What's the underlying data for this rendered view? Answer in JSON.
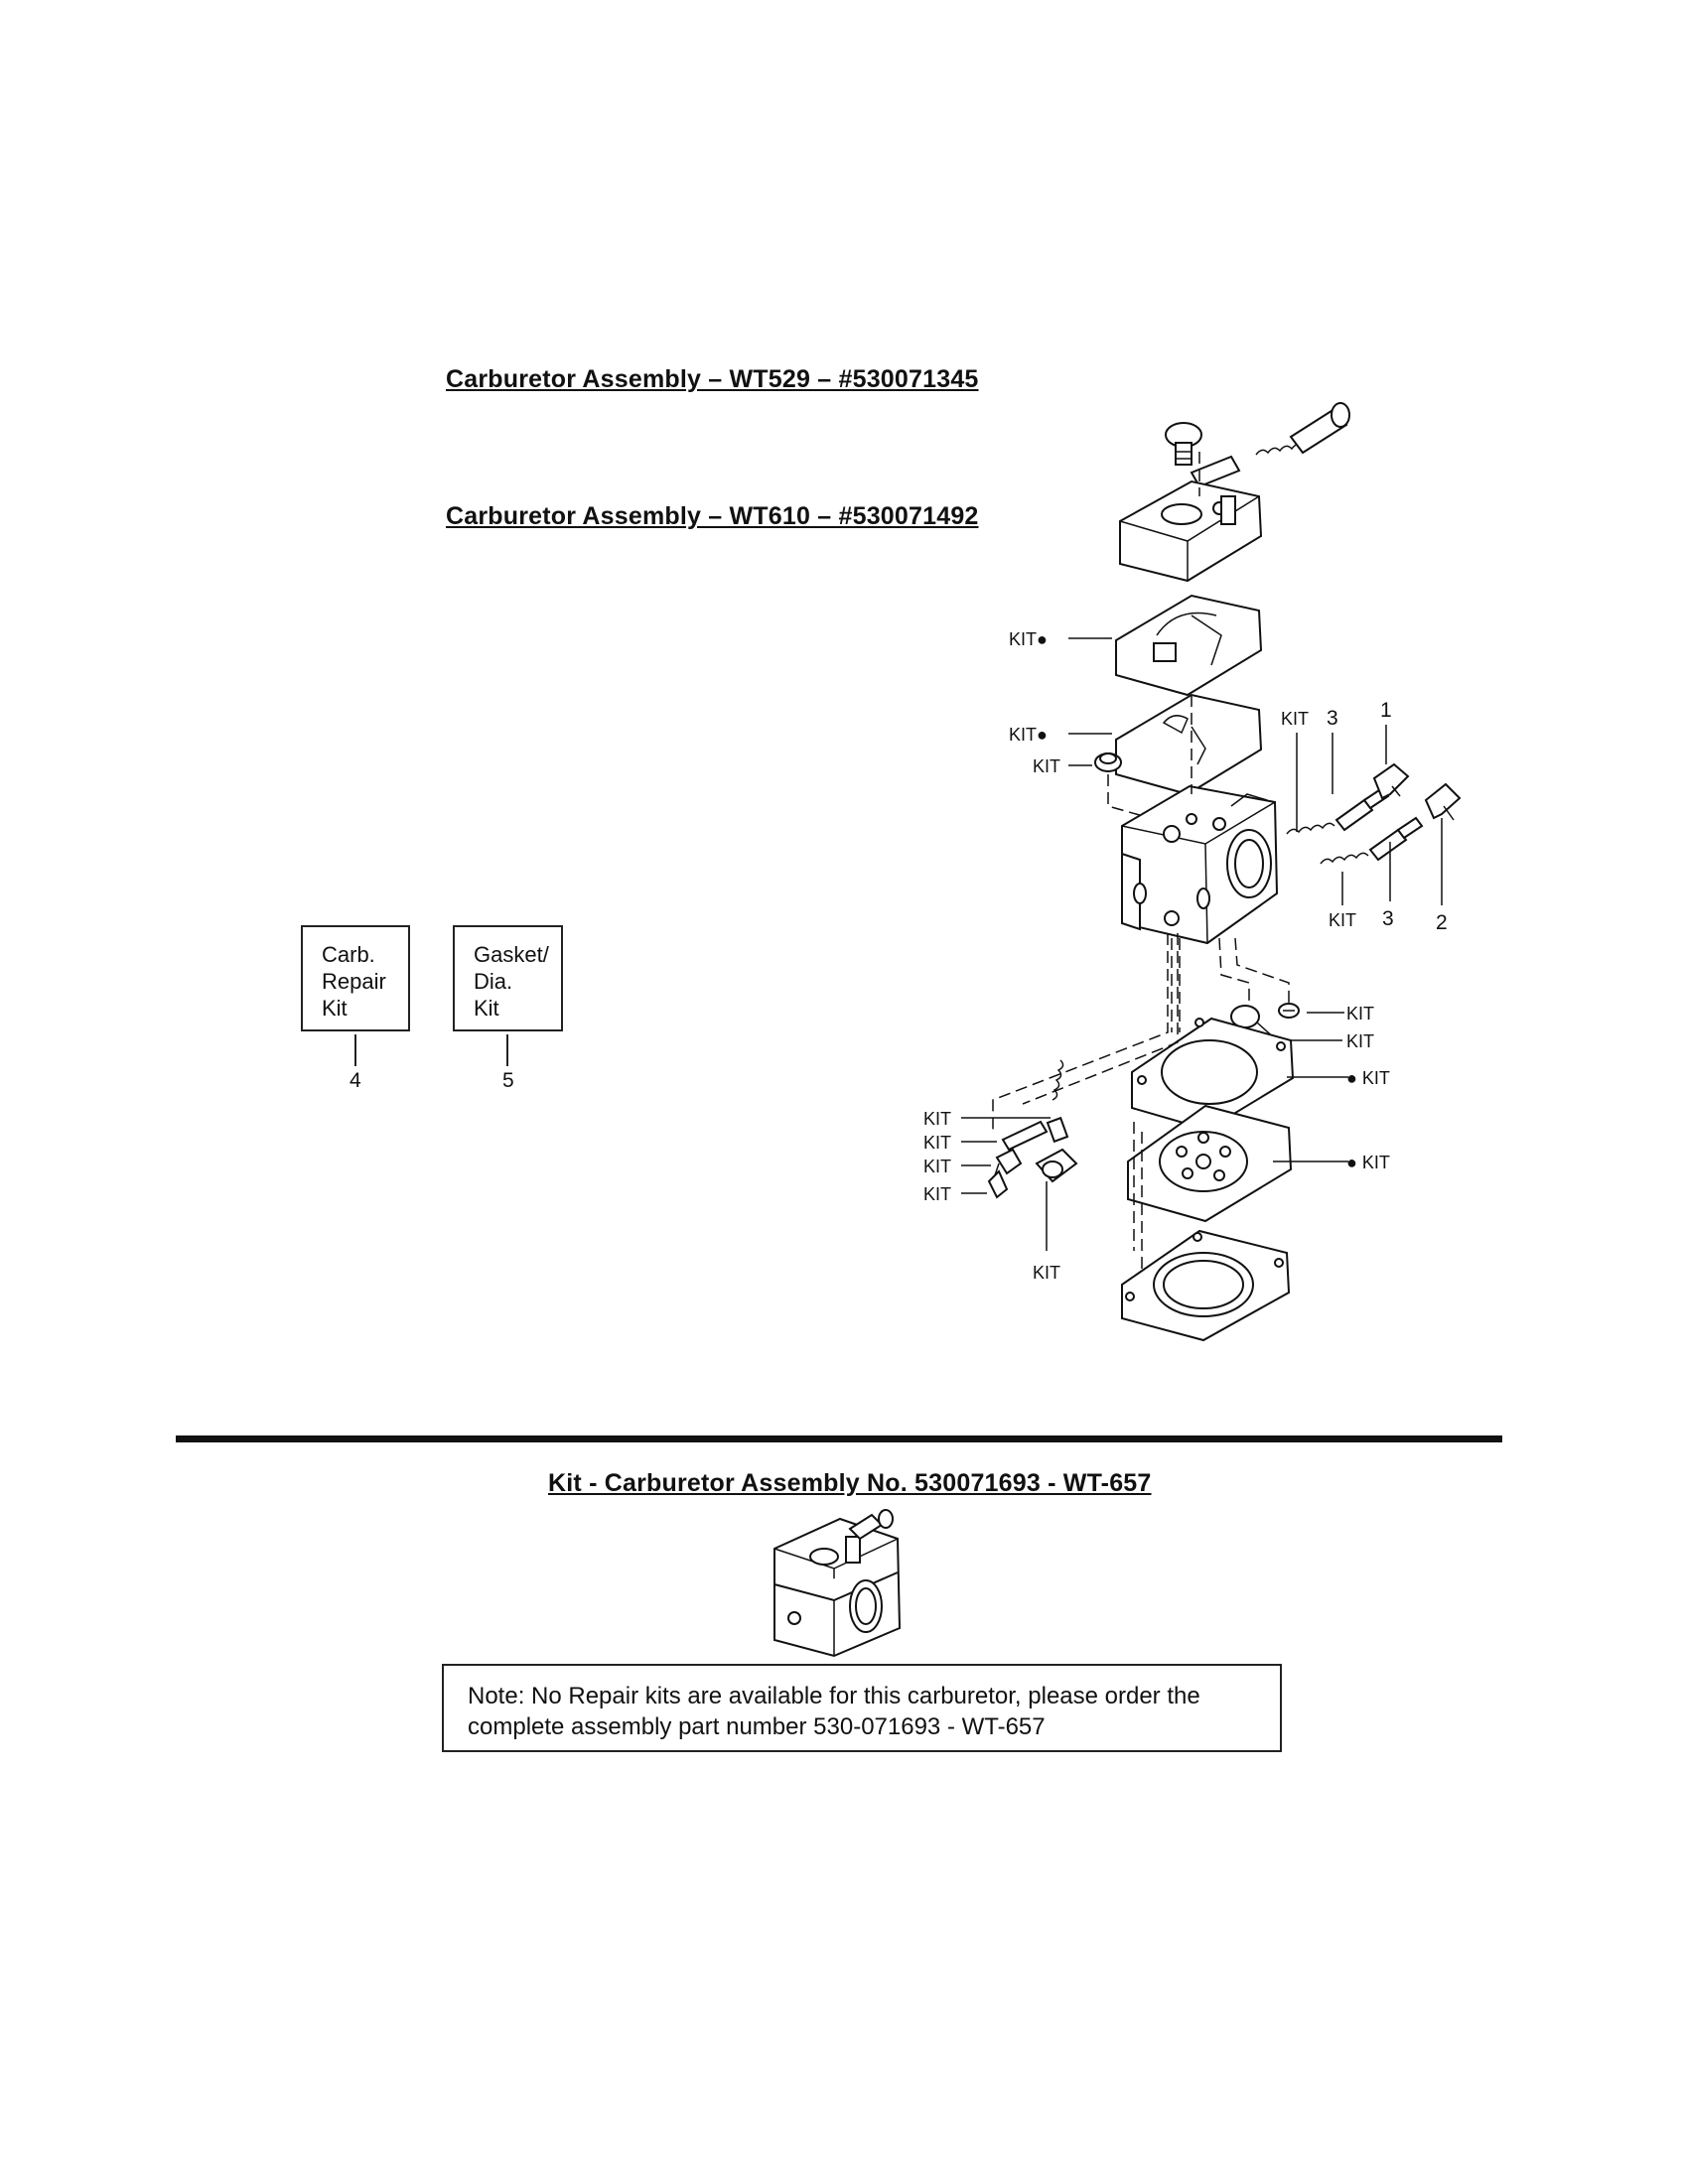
{
  "headings": {
    "wt529": "Carburetor Assembly – WT529 – #530071345",
    "wt610": "Carburetor Assembly – WT610 – #530071492",
    "kit_assembly": "Kit - Carburetor Assembly No. 530071693 - WT-657"
  },
  "kits": [
    {
      "lines": [
        "Carb.",
        "Repair",
        "Kit"
      ],
      "number": "4"
    },
    {
      "lines": [
        "Gasket/",
        "Dia.",
        "Kit"
      ],
      "number": "5"
    }
  ],
  "callouts": {
    "kit": "KIT",
    "kit_dot": "KIT●",
    "dot_kit": "● KIT",
    "n1": "1",
    "n2": "2",
    "n3": "3"
  },
  "note": {
    "line1": "Note: No Repair kits are available for this carburetor, please order the",
    "line2": "complete assembly part number 530-071693 - WT-657"
  }
}
